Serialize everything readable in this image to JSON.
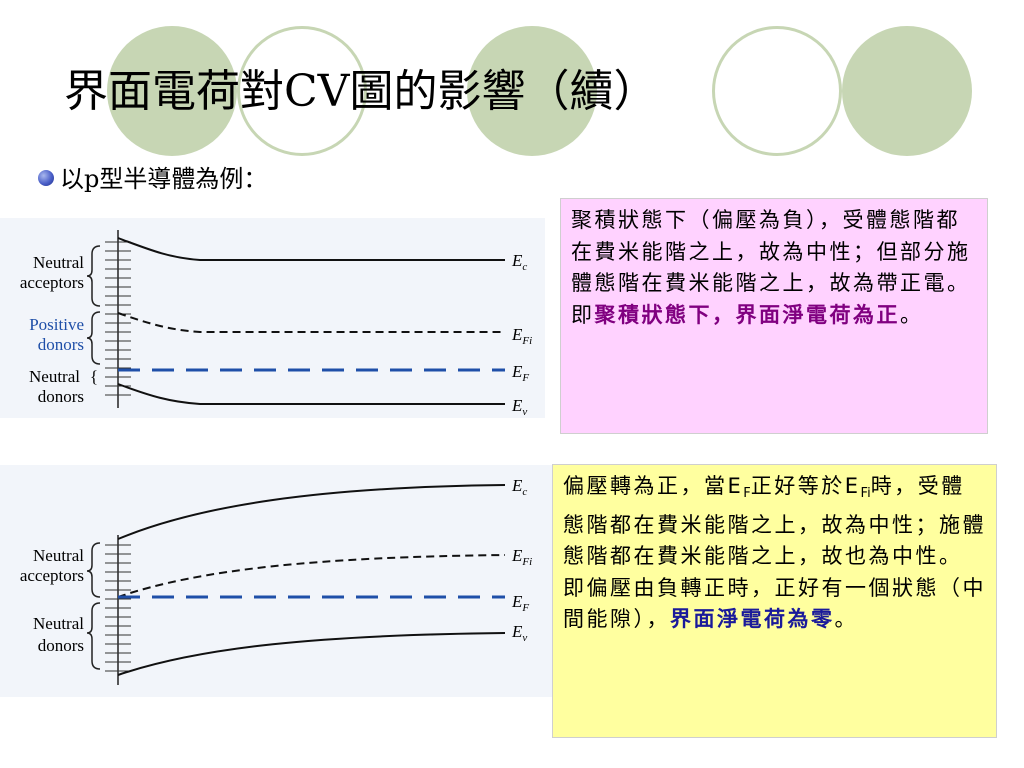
{
  "slide": {
    "title": "界面電荷對CV圖的影響（續）",
    "bullet": "以p型半導體為例："
  },
  "colors": {
    "decor": "#c7d6b4",
    "note1_bg": "#ffd2ff",
    "note2_bg": "#ffff9f",
    "fermi_line": "#1f4fa8",
    "positive_label": "#1f4fa8",
    "highlight_purple": "#800080",
    "highlight_blue": "#1a1a9a"
  },
  "diagram1": {
    "labels": {
      "neutral_acceptors_1": "Neutral",
      "neutral_acceptors_2": "acceptors",
      "positive_donors_1": "Positive",
      "positive_donors_2": "donors",
      "neutral_donors_1": "Neutral",
      "neutral_donors_2": "donors",
      "brace_open": "{"
    },
    "levels": {
      "ec": "E",
      "ec_sub": "c",
      "efi": "E",
      "efi_sub": "Fi",
      "ef": "E",
      "ef_sub": "F",
      "ev": "E",
      "ev_sub": "v"
    }
  },
  "diagram2": {
    "labels": {
      "neutral_acceptors_1": "Neutral",
      "neutral_acceptors_2": "acceptors",
      "neutral_donors_1": "Neutral",
      "neutral_donors_2": "donors"
    },
    "levels": {
      "ec": "E",
      "ec_sub": "c",
      "efi": "E",
      "efi_sub": "Fi",
      "ef": "E",
      "ef_sub": "F",
      "ev": "E",
      "ev_sub": "v"
    }
  },
  "note1": {
    "text": "聚積狀態下（偏壓為負），受體態階都在費米能階之上，故為中性；但部分施體態階在費米能階之上，故為帶正電。",
    "lead": "即",
    "highlight": "聚積狀態下，界面淨電荷為正",
    "end": "。"
  },
  "note2": {
    "text_a": "偏壓轉為正，當E",
    "sub_a": "F",
    "text_b": "正好等於E",
    "sub_b": "Fi",
    "text_c": "時，受體態階都在費米能階之上，故為中性；施體態階都在費米能階之上，故也為中性。",
    "lead": "即偏壓由負轉正時，正好有一個狀態（中間能隙），",
    "highlight": "界面淨電荷為零",
    "end": "。"
  }
}
